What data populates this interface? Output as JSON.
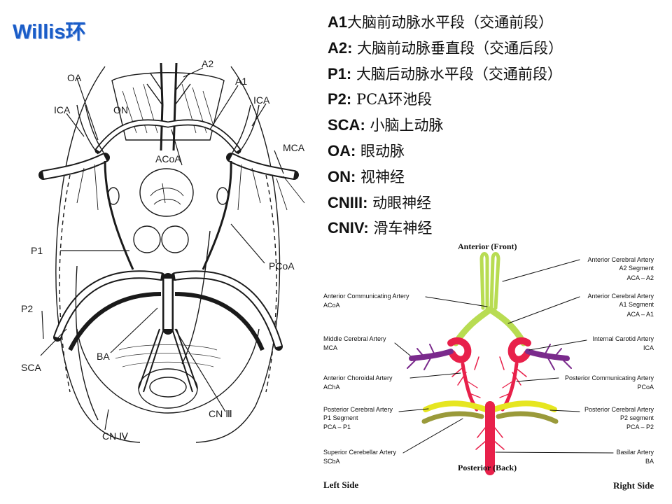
{
  "title": "Willis环",
  "legend": [
    {
      "abbr": "A1",
      "desc": "大脑前动脉水平段（交通前段）"
    },
    {
      "abbr": "A2:",
      "desc": "大脑前动脉垂直段（交通后段）"
    },
    {
      "abbr": "P1:",
      "desc": "大脑后动脉水平段（交通前段）"
    },
    {
      "abbr": "P2:",
      "desc": "PCA环池段"
    },
    {
      "abbr": "SCA:",
      "desc": "小脑上动脉"
    },
    {
      "abbr": "OA:",
      "desc": "眼动脉"
    },
    {
      "abbr": "ON:",
      "desc": "视神经"
    },
    {
      "abbr": "CNIII:",
      "desc": "动眼神经"
    },
    {
      "abbr": "CNIV:",
      "desc": "滑车神经"
    }
  ],
  "left_figure_labels": {
    "a2": "A2",
    "oa": "OA",
    "a1": "A1",
    "ica_left": "ICA",
    "on": "ON",
    "ica_right": "ICA",
    "mca": "MCA",
    "acoa": "ACoA",
    "p1": "P1",
    "pcoa": "PCoA",
    "p2": "P2",
    "ba": "BA",
    "sca": "SCA",
    "cn3": "CN Ⅲ",
    "cn4": "CN Ⅳ"
  },
  "right_figure": {
    "anterior": "Anterior (Front)",
    "posterior": "Posterior (Back)",
    "left_side": "Left Side",
    "right_side": "Right Side",
    "labels_left": [
      {
        "name": "Anterior Communicating Artery",
        "abbr": "ACoA"
      },
      {
        "name": "Middle Cerebral Artery",
        "abbr": "MCA"
      },
      {
        "name": "Anterior Choroidal Artery",
        "abbr": "AChA"
      },
      {
        "name": "Posterior Cerebral Artery",
        "sub": "P1 Segment",
        "abbr": "PCA – P1"
      },
      {
        "name": "Superior Cerebellar Artery",
        "abbr": "SCbA"
      }
    ],
    "labels_right": [
      {
        "name": "Anterior Cerebral Artery",
        "sub": "A2 Segment",
        "abbr": "ACA – A2"
      },
      {
        "name": "Anterior Cerebral Artery",
        "sub": "A1 Segment",
        "abbr": "ACA – A1"
      },
      {
        "name": "Internal Carotid Artery",
        "abbr": "ICA"
      },
      {
        "name": "Posterior Communicating Artery",
        "abbr": "PCoA"
      },
      {
        "name": "Posterior Cerebral Artery",
        "sub": "P2 segment",
        "abbr": "PCA – P2"
      },
      {
        "name": "Basilar Artery",
        "abbr": "BA"
      }
    ],
    "colors": {
      "basilar": "#e8204a",
      "aca": "#b8dc52",
      "mca": "#7a2a8c",
      "pca_p1": "#e6e620",
      "pca_p2": "#9a9a3a"
    }
  }
}
